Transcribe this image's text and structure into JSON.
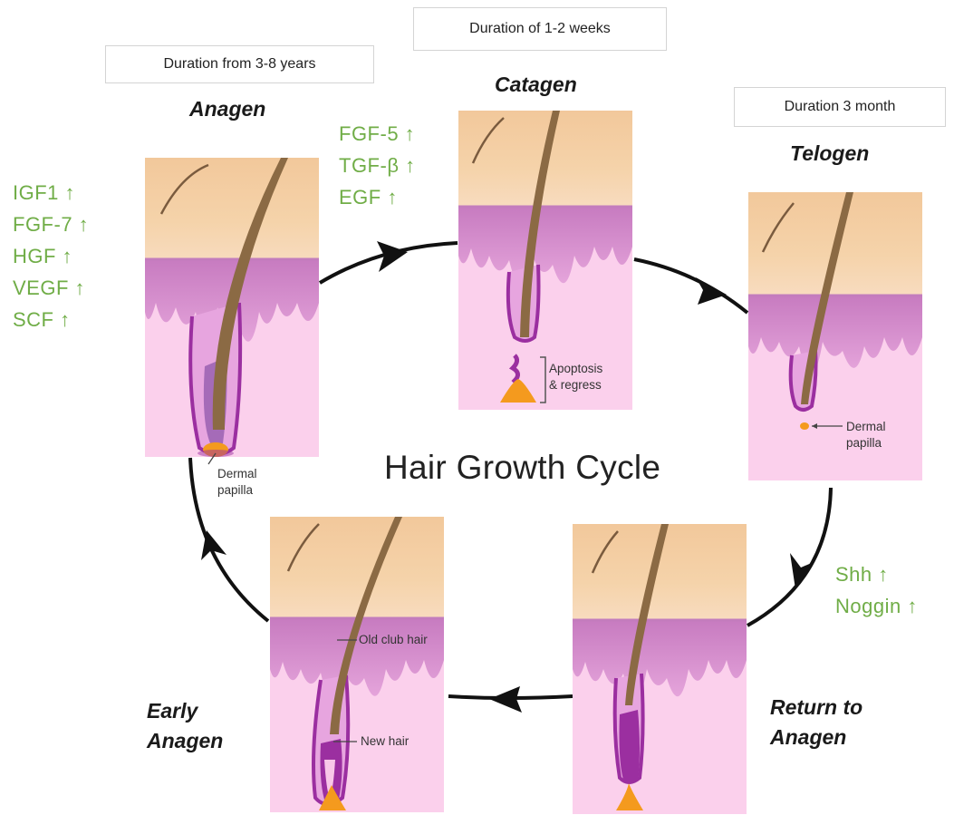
{
  "durations": {
    "anagen": "Duration from 3-8 years",
    "catagen": "Duration of 1-2 weeks",
    "telogen": "Duration 3 month"
  },
  "stages": {
    "anagen": "Anagen",
    "catagen": "Catagen",
    "telogen": "Telogen",
    "return_line1": "Return to",
    "return_line2": "Anagen",
    "early_line1": "Early",
    "early_line2": "Anagen"
  },
  "center_title": "Hair Growth Cycle",
  "factors": {
    "anagen": [
      "IGF1 ↑",
      "FGF-7 ↑",
      "HGF ↑",
      "VEGF ↑",
      "SCF ↑"
    ],
    "catagen": [
      "FGF-5 ↑",
      "TGF-β ↑",
      "EGF ↑"
    ],
    "return": [
      "Shh ↑",
      "Noggin ↑"
    ]
  },
  "annotations": {
    "anagen_papilla_1": "Dermal",
    "anagen_papilla_2": "papilla",
    "catagen_apoptosis_1": "Apoptosis",
    "catagen_apoptosis_2": "& regress",
    "telogen_papilla_1": "Dermal",
    "telogen_papilla_2": "papilla",
    "old_club_hair": "Old club hair",
    "new_hair": "New hair"
  },
  "colors": {
    "factor_green": "#70ad47",
    "skin_top": "#f1c99a",
    "dermis": "#d98fcf",
    "hypodermis": "#fbd1ec",
    "follicle": "#9b2fa0",
    "hair": "#8b6a44"
  }
}
